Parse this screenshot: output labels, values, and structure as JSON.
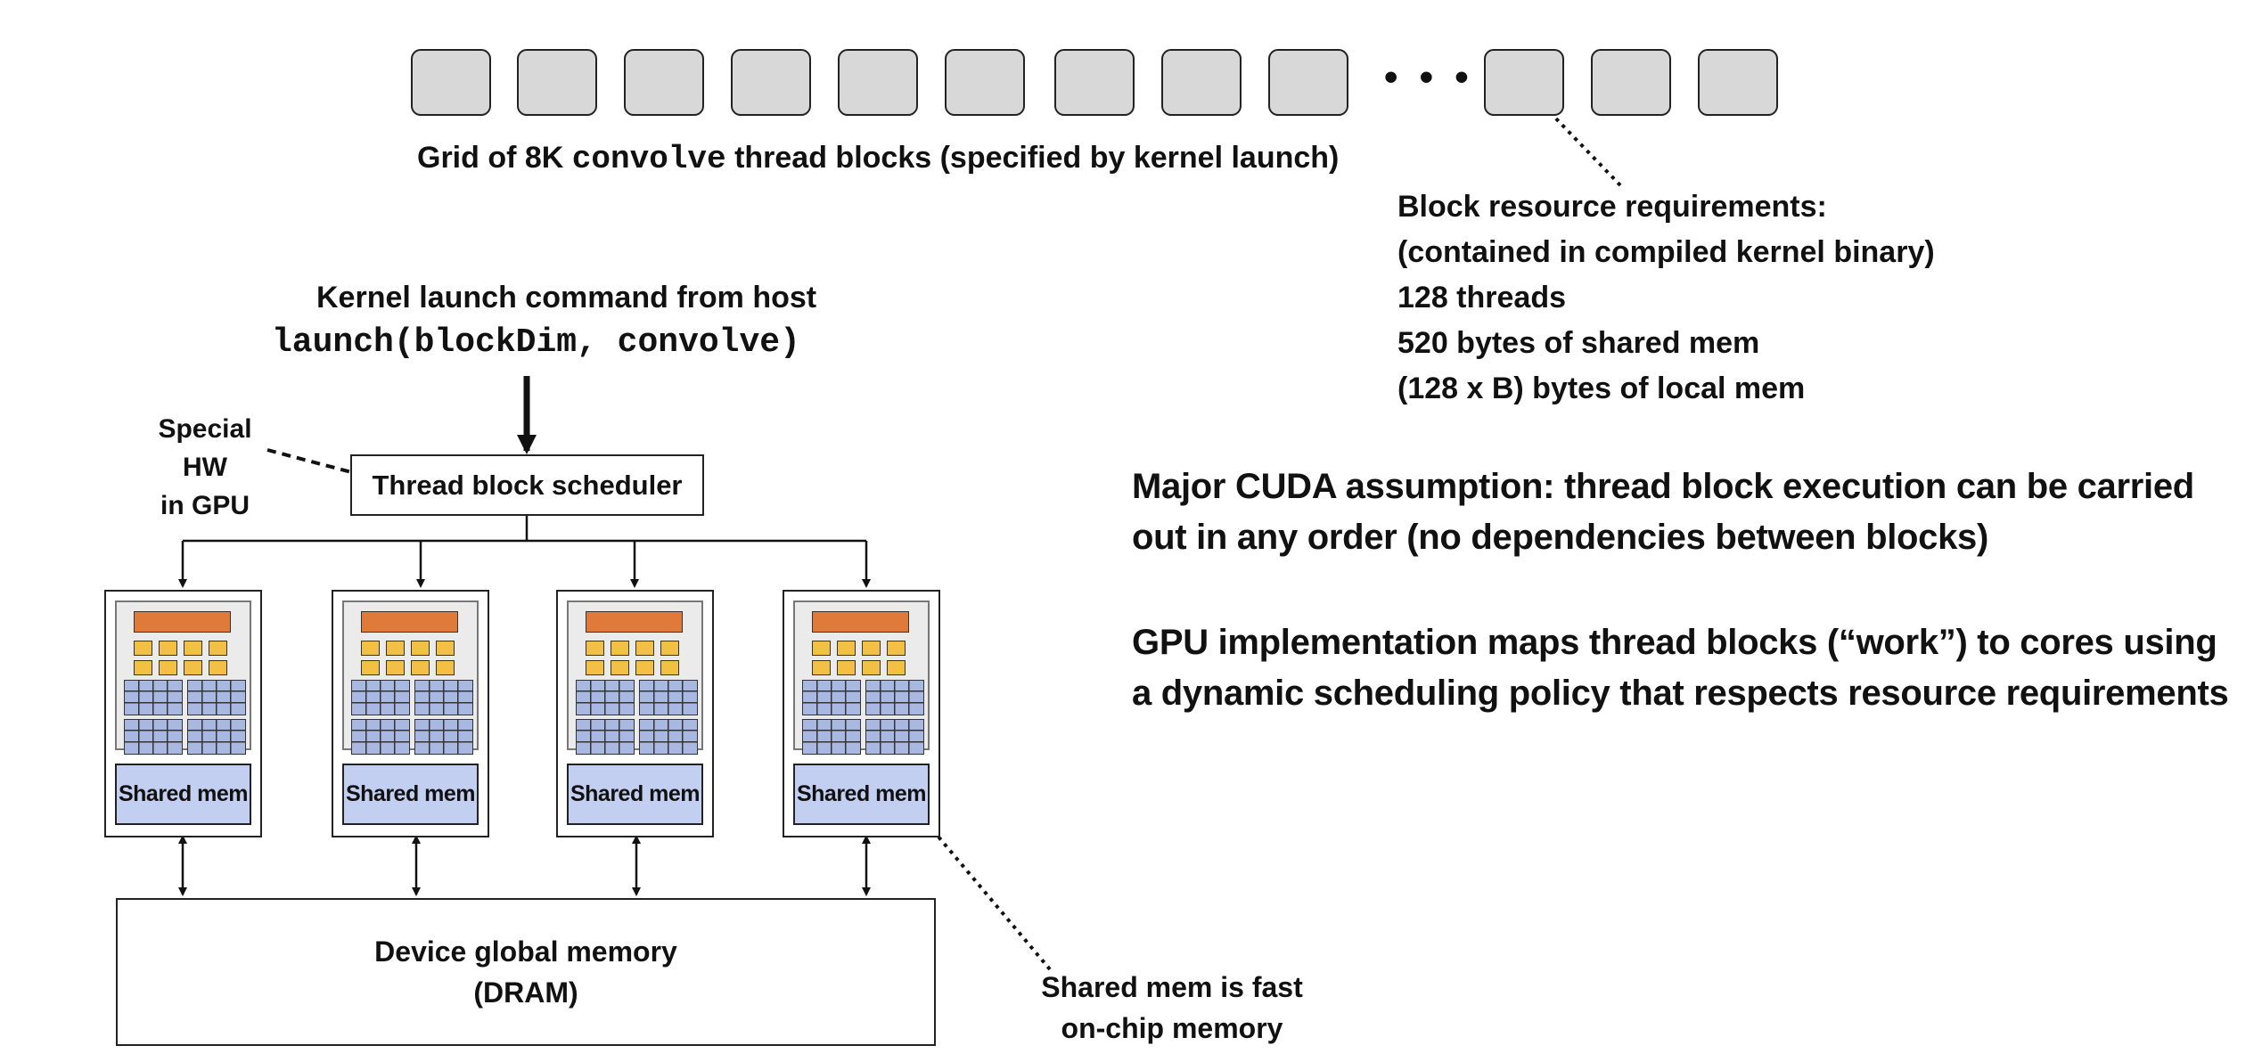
{
  "grid": {
    "ellipsis": "• • •",
    "caption_prefix": "Grid of 8K ",
    "caption_code": "convolve",
    "caption_suffix": " thread blocks (specified by kernel launch)"
  },
  "requirements": {
    "lines": [
      "Block resource requirements:",
      "(contained in compiled kernel binary)",
      "128 threads",
      "520 bytes of shared mem",
      "(128 x B) bytes of local mem"
    ]
  },
  "launch": {
    "title": "Kernel launch command from host",
    "call": "launch(blockDim, convolve)"
  },
  "special_hw": {
    "line1": "Special HW",
    "line2": "in GPU"
  },
  "scheduler": {
    "label": "Thread block scheduler"
  },
  "cores": [
    {
      "shared_label": "Shared mem"
    },
    {
      "shared_label": "Shared mem"
    },
    {
      "shared_label": "Shared mem"
    },
    {
      "shared_label": "Shared mem"
    }
  ],
  "global_memory": {
    "line1": "Device global memory",
    "line2": "(DRAM)"
  },
  "shared_note": {
    "line1": "Shared mem is fast",
    "line2": "on-chip memory"
  },
  "notes": {
    "assumption": "Major CUDA assumption: thread block execution can be carried out in any order (no dependencies between blocks)",
    "implementation": "GPU implementation maps thread blocks (“work”) to cores using a dynamic scheduling policy that respects resource requirements"
  },
  "colors": {
    "thread_block_fill": "#d8d8d8",
    "core_orange": "#e07a3a",
    "core_yellow": "#f2c045",
    "core_blue": "#a9b8e0",
    "shared_mem_fill": "#c3cff0"
  }
}
